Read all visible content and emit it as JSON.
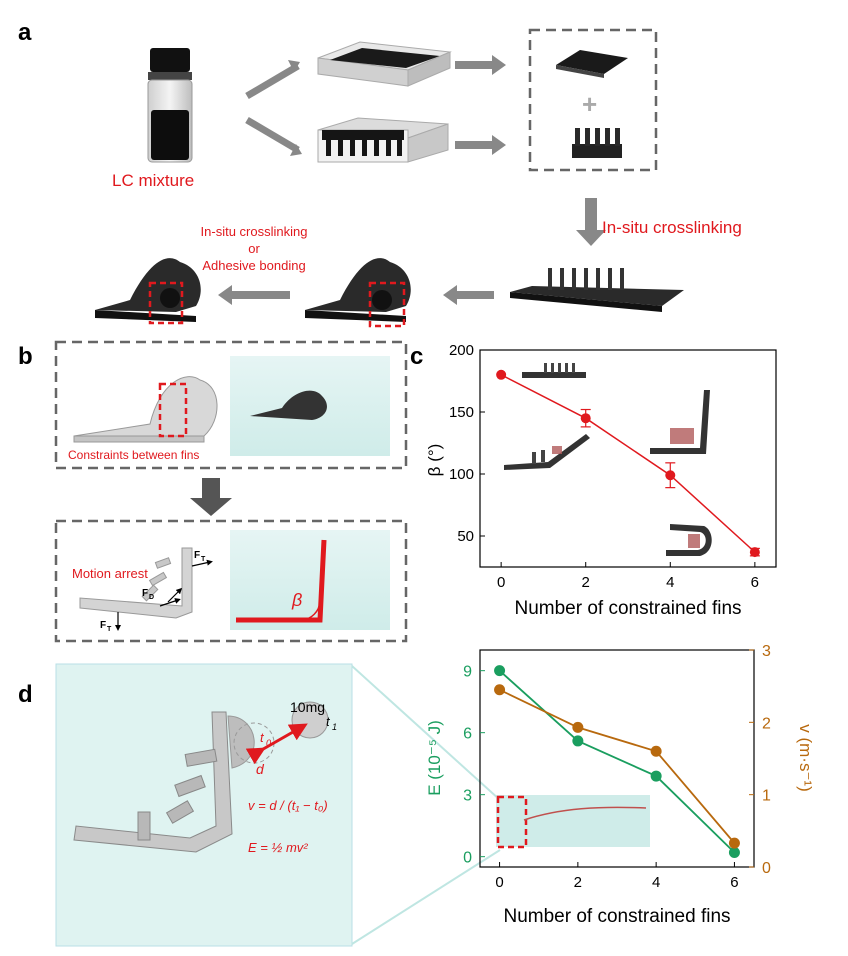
{
  "panels": {
    "a": {
      "label": "a",
      "lc_mixture": "LC mixture",
      "crosslink_label": "In-situ crosslinking",
      "bond_line1": "In-situ crosslinking",
      "bond_line2": "or",
      "bond_line3": "Adhesive bonding",
      "plus": "+"
    },
    "b": {
      "label": "b",
      "constraints": "Constraints between fins",
      "motion_arrest": "Motion arrest",
      "ft": "F",
      "ft_sub": "T",
      "fd": "F",
      "fd_sub": "D",
      "beta": "β"
    },
    "c": {
      "label": "c"
    },
    "d": {
      "label": "d",
      "mass": "10mg",
      "t0": "t",
      "t0_sub": "0",
      "t1": "t",
      "t1_sub": "1",
      "dist": "d",
      "v_eq": "v = d / (t₁ − t₀)",
      "e_eq": "E = ½ mv²"
    }
  },
  "colors": {
    "accent_red": "#e0191e",
    "green": "#1a9e5f",
    "brown": "#b8690e",
    "dashed_gray": "#666666"
  },
  "chart_data": [
    {
      "type": "line",
      "title": "",
      "xlabel": "Number of constrained fins",
      "ylabel": "β (°)",
      "x": [
        0,
        2,
        4,
        6
      ],
      "series": [
        {
          "values": [
            180,
            145,
            99,
            37
          ],
          "errors": [
            0,
            7,
            10,
            3
          ],
          "color": "#e0191e"
        }
      ],
      "xlim": [
        -0.5,
        6.5
      ],
      "ylim": [
        25,
        200
      ],
      "xticks": [
        "0",
        "2",
        "4",
        "6"
      ],
      "yticks": [
        "50",
        "100",
        "150",
        "200"
      ],
      "grid": false
    },
    {
      "type": "line",
      "title": "",
      "xlabel": "Number of constrained fins",
      "ylabel_left": "E (10⁻⁵ J)",
      "ylabel_right": "v (m·s⁻¹)",
      "x": [
        0,
        2,
        4,
        6
      ],
      "series": [
        {
          "axis": "left",
          "values": [
            9.0,
            5.6,
            3.9,
            0.2
          ],
          "color": "#1a9e5f"
        },
        {
          "axis": "right",
          "values": [
            2.45,
            1.93,
            1.6,
            0.33
          ],
          "color": "#b8690e"
        }
      ],
      "xlim": [
        -0.5,
        6.5
      ],
      "ylim_left": [
        -0.5,
        10
      ],
      "ylim_right": [
        0,
        3
      ],
      "xticks": [
        "0",
        "2",
        "4",
        "6"
      ],
      "yticks_left": [
        "0",
        "3",
        "6",
        "9"
      ],
      "yticks_right": [
        "0",
        "1",
        "2",
        "3"
      ],
      "grid": false
    }
  ]
}
